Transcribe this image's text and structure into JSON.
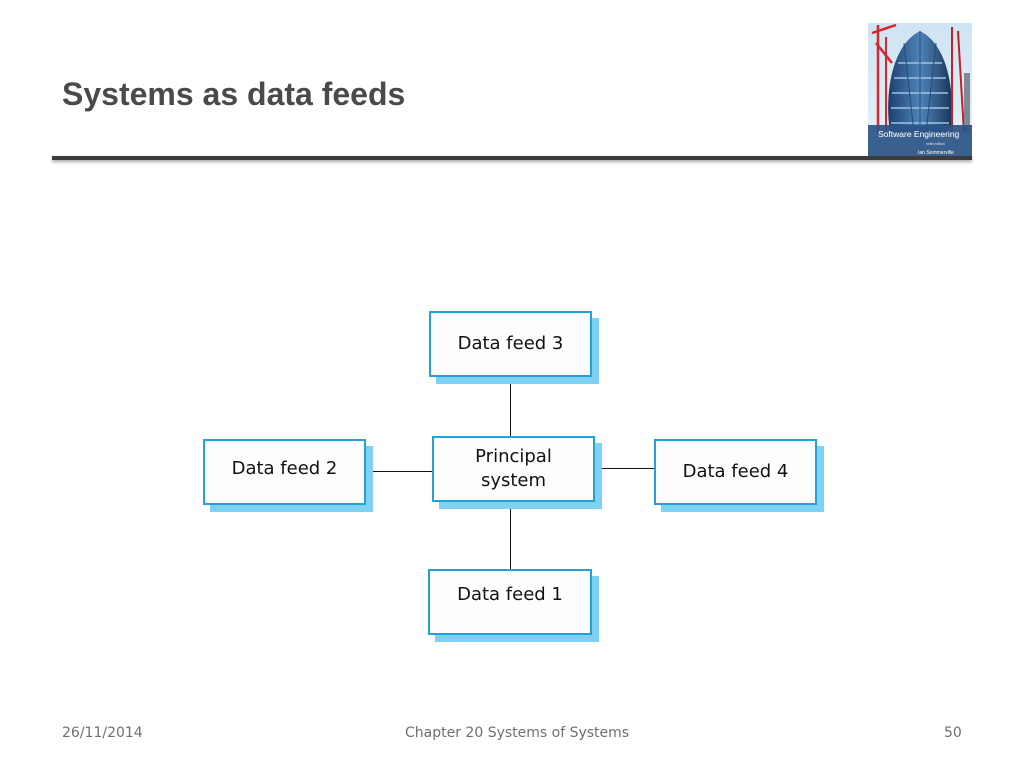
{
  "slide": {
    "title": "Systems as data feeds"
  },
  "book_cover": {
    "title": "Software Engineering",
    "edition": "ninth edition",
    "author": "Ian Sommerville"
  },
  "diagram": {
    "nodes": {
      "feed3": "Data feed 3",
      "feed2": "Data feed 2",
      "principal": "Principal system",
      "feed4": "Data feed 4",
      "feed1": "Data feed 1"
    },
    "colors": {
      "border": "#1fa3dd",
      "shadow": "#7fd1f2"
    }
  },
  "footer": {
    "date": "26/11/2014",
    "chapter": "Chapter 20 Systems of Systems",
    "page": "50"
  }
}
